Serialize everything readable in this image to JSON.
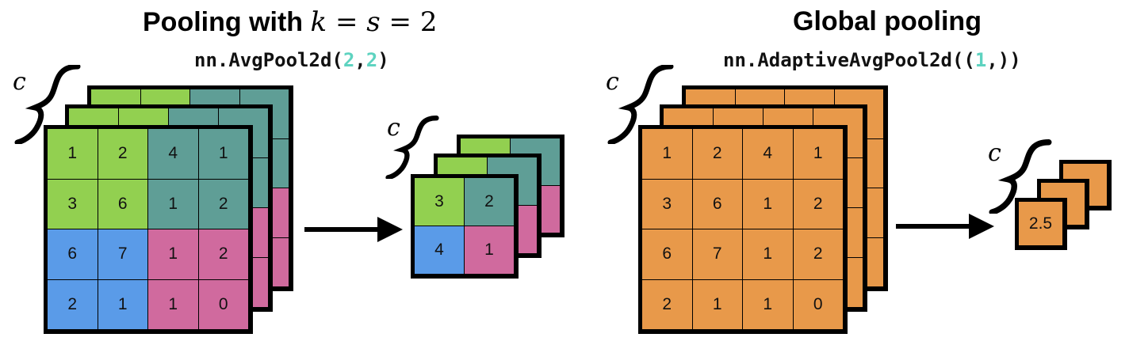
{
  "left": {
    "title_text": "Pooling with ",
    "title_math_k": "k",
    "title_math_eq1": " = ",
    "title_math_s": "s",
    "title_math_eq2": " = ",
    "title_math_2": "2",
    "code_prefix": "nn.AvgPool2d(",
    "code_arg1": "2",
    "code_sep": ",",
    "code_arg2": "2",
    "code_suffix": ")",
    "channel_symbol": "c",
    "input_values": [
      [
        "1",
        "2",
        "4",
        "1"
      ],
      [
        "3",
        "6",
        "1",
        "2"
      ],
      [
        "6",
        "7",
        "1",
        "2"
      ],
      [
        "2",
        "1",
        "1",
        "0"
      ]
    ],
    "output_values": [
      [
        "3",
        "2"
      ],
      [
        "4",
        "1"
      ]
    ],
    "output_channel_symbol": "c"
  },
  "right": {
    "title": "Global pooling",
    "code_prefix": "nn.AdaptiveAvgPool2d((",
    "code_arg": "1",
    "code_suffix": ",))",
    "channel_symbol": "c",
    "input_values": [
      [
        "1",
        "2",
        "4",
        "1"
      ],
      [
        "3",
        "6",
        "1",
        "2"
      ],
      [
        "6",
        "7",
        "1",
        "2"
      ],
      [
        "2",
        "1",
        "1",
        "0"
      ]
    ],
    "output_value": "2.5",
    "output_channel_symbol": "c"
  },
  "colors": {
    "green": "#92d050",
    "teal": "#5f9e96",
    "blue": "#5a9be8",
    "pink": "#d06a9e",
    "orange": "#e8994a",
    "arg_cyan": "#5ed3c0"
  }
}
